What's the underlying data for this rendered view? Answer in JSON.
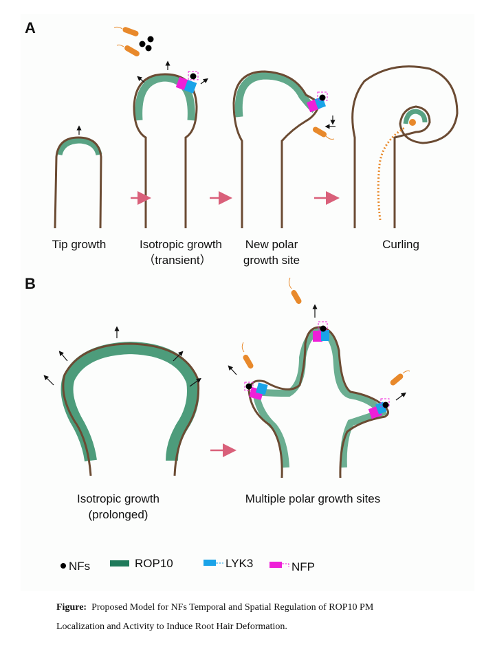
{
  "panels": {
    "a": {
      "label": "A",
      "stages": [
        {
          "line1": "Tip growth"
        },
        {
          "line1": "Isotropic growth",
          "line2": "（transient）"
        },
        {
          "line1": "New polar",
          "line2": "growth site"
        },
        {
          "line1": "Curling"
        }
      ]
    },
    "b": {
      "label": "B",
      "stages": [
        {
          "line1": "Isotropic growth",
          "line2": "(prolonged)"
        },
        {
          "line1": "Multiple polar growth sites"
        }
      ]
    }
  },
  "legend": [
    {
      "label": "NFs",
      "color": "#000000"
    },
    {
      "label": "ROP10",
      "color": "#1f7a5a"
    },
    {
      "label": "LYK3",
      "color": "#1aa3e8"
    },
    {
      "label": "NFP",
      "color": "#ee1fd8"
    }
  ],
  "caption": {
    "prefix": "Figure:",
    "text": "Proposed Model for NFs Temporal and Spatial Regulation of ROP10 PM",
    "line2": "Localization and Activity to Induce Root Hair Deformation."
  },
  "colors": {
    "wall": "#6b4b33",
    "rop10": "#2e8b64",
    "arrow": "#d9607a",
    "bacteria": "#e8892b"
  }
}
